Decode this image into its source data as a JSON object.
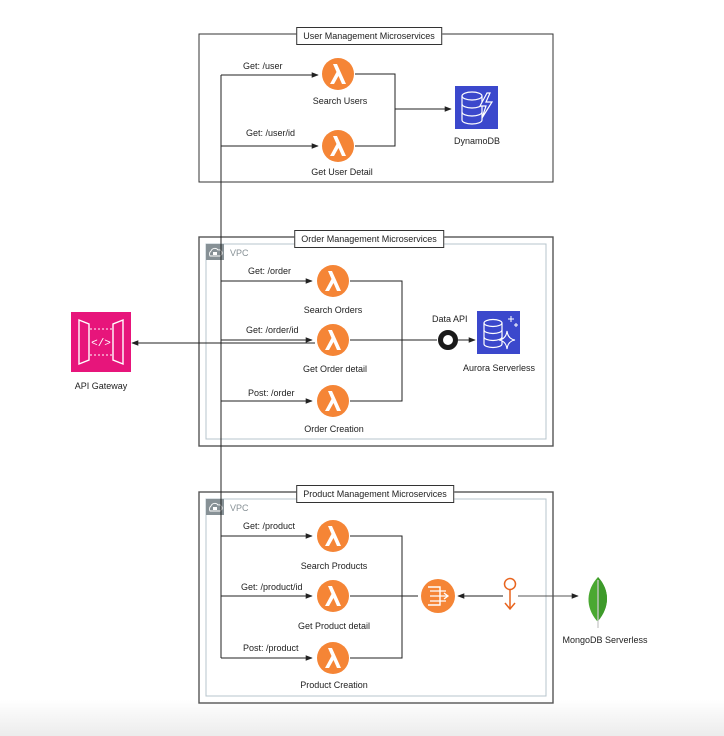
{
  "colors": {
    "lambda": "#f58536",
    "api_gateway": "#e7157b",
    "database_blue": "#3b48cc",
    "mongodb_green": "#4aa831",
    "line": "#222222",
    "vpc_border": "#b7c4cc",
    "vpc_badge": "#879196"
  },
  "api_gateway": {
    "label": "API Gateway",
    "icon": "api-gateway-icon"
  },
  "groups": {
    "user": {
      "title": "User Management Microservices",
      "functions": [
        {
          "route": "Get: /user",
          "label": "Search Users",
          "icon": "lambda-icon"
        },
        {
          "route": "Get: /user/id",
          "label": "Get User Detail",
          "icon": "lambda-icon"
        }
      ],
      "database": {
        "label": "DynamoDB",
        "icon": "dynamodb-icon"
      }
    },
    "order": {
      "title": "Order Management Microservices",
      "vpc_label": "VPC",
      "functions": [
        {
          "route": "Get: /order",
          "label": "Search Orders",
          "icon": "lambda-icon"
        },
        {
          "route": "Get: /order/id",
          "label": "Get Order detail",
          "icon": "lambda-icon"
        },
        {
          "route": "Post: /order",
          "label": "Order Creation",
          "icon": "lambda-icon"
        }
      ],
      "connector": {
        "label": "Data API",
        "icon": "data-api-ring-icon"
      },
      "database": {
        "label": "Aurora Serverless",
        "icon": "aurora-serverless-icon"
      }
    },
    "product": {
      "title": "Product Management Microservices",
      "vpc_label": "VPC",
      "functions": [
        {
          "route": "Get: /product",
          "label": "Search Products",
          "icon": "lambda-icon"
        },
        {
          "route": "Get: /product/id",
          "label": "Get Product detail",
          "icon": "lambda-icon"
        },
        {
          "route": "Post: /product",
          "label": "Product Creation",
          "icon": "lambda-icon"
        }
      ],
      "connectors": [
        {
          "icon": "vpc-endpoint-icon"
        },
        {
          "icon": "privatelink-icon"
        }
      ],
      "database": {
        "label": "MongoDB Serverless",
        "icon": "mongodb-leaf-icon"
      }
    }
  }
}
